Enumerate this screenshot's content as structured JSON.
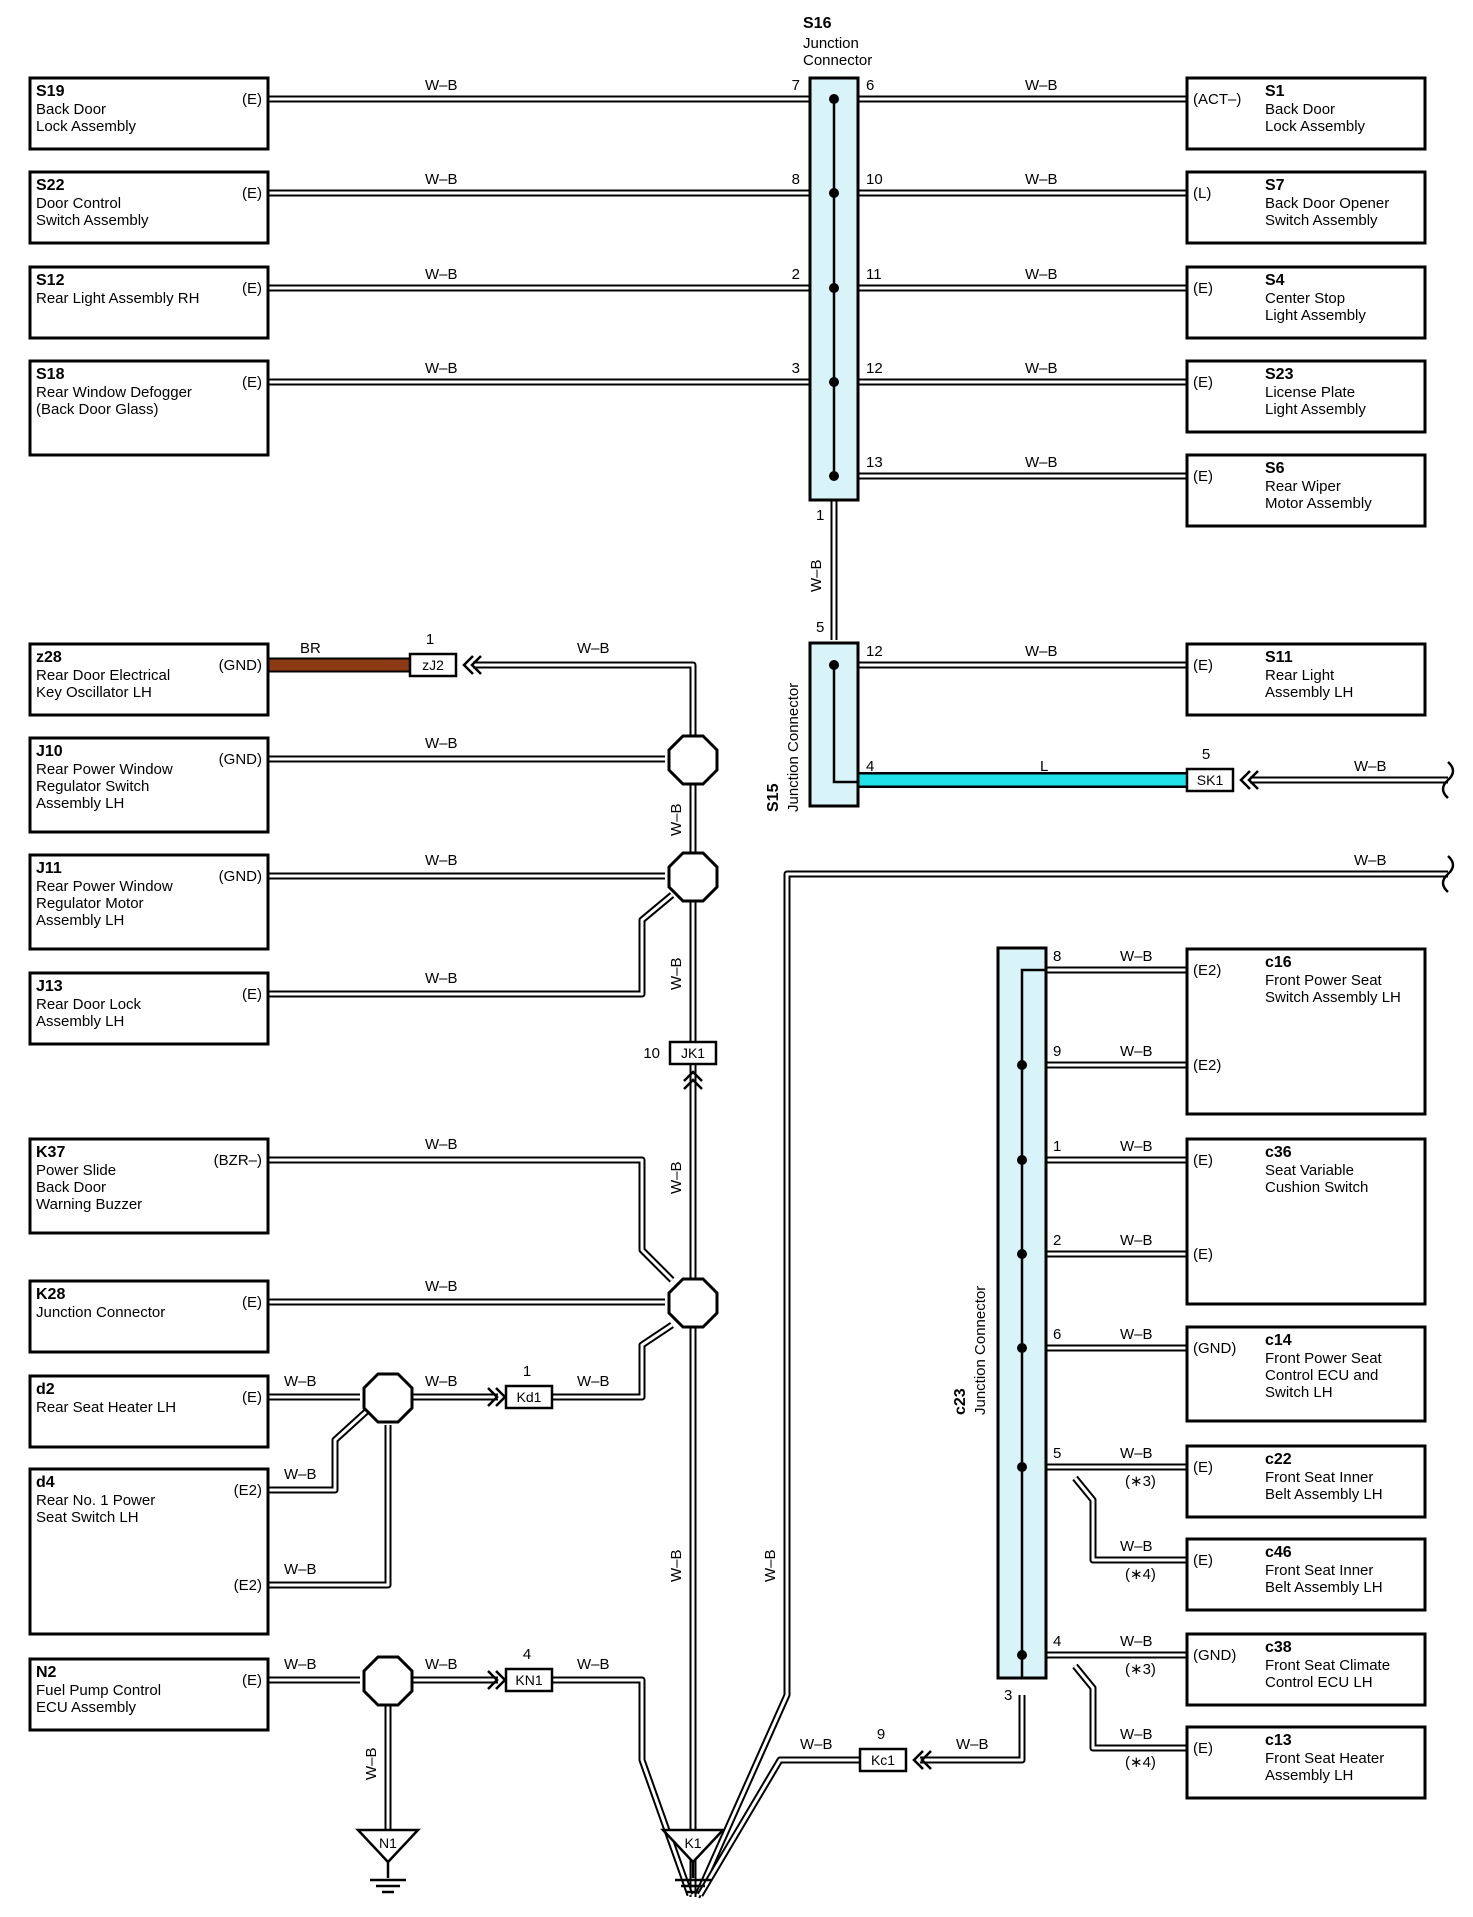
{
  "wire_label": "W–B",
  "components": {
    "s19": {
      "code": "S19",
      "lines": [
        "Back Door",
        "Lock Assembly"
      ],
      "pin": "(E)"
    },
    "s22": {
      "code": "S22",
      "lines": [
        "Door Control",
        "Switch Assembly"
      ],
      "pin": "(E)"
    },
    "s12": {
      "code": "S12",
      "lines": [
        "Rear Light Assembly RH"
      ],
      "pin": "(E)"
    },
    "s18": {
      "code": "S18",
      "lines": [
        "Rear Window Defogger",
        "(Back Door Glass)"
      ],
      "pin": "(E)"
    },
    "s1": {
      "code": "S1",
      "lines": [
        "Back Door",
        "Lock Assembly"
      ],
      "pin": "(ACT–)"
    },
    "s7": {
      "code": "S7",
      "lines": [
        "Back Door Opener",
        "Switch Assembly"
      ],
      "pin": "(L)"
    },
    "s4": {
      "code": "S4",
      "lines": [
        "Center Stop",
        "Light Assembly"
      ],
      "pin": "(E)"
    },
    "s23": {
      "code": "S23",
      "lines": [
        "License Plate",
        "Light Assembly"
      ],
      "pin": "(E)"
    },
    "s6": {
      "code": "S6",
      "lines": [
        "Rear Wiper",
        "Motor Assembly"
      ],
      "pin": "(E)"
    },
    "s11": {
      "code": "S11",
      "lines": [
        "Rear Light",
        "Assembly LH"
      ],
      "pin": "(E)"
    },
    "z28": {
      "code": "z28",
      "lines": [
        "Rear Door Electrical",
        "Key Oscillator LH"
      ],
      "pin": "(GND)"
    },
    "j10": {
      "code": "J10",
      "lines": [
        "Rear Power Window",
        "Regulator Switch",
        "Assembly LH"
      ],
      "pin": "(GND)"
    },
    "j11": {
      "code": "J11",
      "lines": [
        "Rear Power Window",
        "Regulator Motor",
        "Assembly LH"
      ],
      "pin": "(GND)"
    },
    "j13": {
      "code": "J13",
      "lines": [
        "Rear Door Lock",
        "Assembly LH"
      ],
      "pin": "(E)"
    },
    "k37": {
      "code": "K37",
      "lines": [
        "Power Slide",
        "Back Door",
        "Warning Buzzer"
      ],
      "pin": "(BZR–)"
    },
    "k28": {
      "code": "K28",
      "lines": [
        "Junction Connector"
      ],
      "pin": "(E)"
    },
    "d2": {
      "code": "d2",
      "lines": [
        "Rear Seat Heater LH"
      ],
      "pin": "(E)"
    },
    "d4": {
      "code": "d4",
      "lines": [
        "Rear No. 1 Power",
        "Seat Switch LH"
      ],
      "pin": "(E2)",
      "pin2": "(E2)"
    },
    "n2": {
      "code": "N2",
      "lines": [
        "Fuel Pump Control",
        "ECU Assembly"
      ],
      "pin": "(E)"
    },
    "c16": {
      "code": "c16",
      "lines": [
        "Front Power Seat",
        "Switch Assembly LH"
      ],
      "pin": "(E2)",
      "pin2": "(E2)"
    },
    "c36": {
      "code": "c36",
      "lines": [
        "Seat Variable",
        "Cushion Switch"
      ],
      "pin": "(E)",
      "pin2": "(E)"
    },
    "c14": {
      "code": "c14",
      "lines": [
        "Front Power Seat",
        "Control ECU and",
        "Switch LH"
      ],
      "pin": "(GND)"
    },
    "c22": {
      "code": "c22",
      "lines": [
        "Front Seat Inner",
        "Belt Assembly LH"
      ],
      "pin": "(E)"
    },
    "c46": {
      "code": "c46",
      "lines": [
        "Front Seat Inner",
        "Belt Assembly LH"
      ],
      "pin": "(E)"
    },
    "c38": {
      "code": "c38",
      "lines": [
        "Front Seat Climate",
        "Control ECU LH"
      ],
      "pin": "(GND)"
    },
    "c13": {
      "code": "c13",
      "lines": [
        "Front Seat Heater",
        "Assembly LH"
      ],
      "pin": "(E)"
    }
  },
  "junctions": {
    "s16": {
      "code": "S16",
      "lines": [
        "Junction",
        "Connector"
      ]
    },
    "s15": {
      "code": "S15",
      "name": "Junction Connector"
    },
    "c23": {
      "code": "c23",
      "name": "Junction Connector"
    }
  },
  "connectors": {
    "zj2": {
      "label": "zJ2",
      "pin": "1"
    },
    "sk1": {
      "label": "SK1",
      "pin": "5"
    },
    "jk1": {
      "label": "JK1",
      "pin": "10"
    },
    "kd1": {
      "label": "Kd1",
      "pin": "1"
    },
    "kn1": {
      "label": "KN1",
      "pin": "4"
    },
    "kc1": {
      "label": "Kc1",
      "pin": "9"
    }
  },
  "grounds": {
    "n1": "N1",
    "k1": "K1"
  },
  "pins": {
    "s16_7": "7",
    "s16_8": "8",
    "s16_2": "2",
    "s16_3": "3",
    "s16_1": "1",
    "s16_6": "6",
    "s16_10": "10",
    "s16_11": "11",
    "s16_12": "12",
    "s16_13": "13",
    "s15_5": "5",
    "s15_12": "12",
    "s15_4": "4",
    "c23_8": "8",
    "c23_9": "9",
    "c23_1": "1",
    "c23_2": "2",
    "c23_6": "6",
    "c23_5": "5",
    "c23_4": "4",
    "c23_3": "3"
  },
  "wire_colors": {
    "br": "BR",
    "l": "L"
  },
  "notes": {
    "n3": "(∗3)",
    "n4": "(∗4)"
  },
  "colors": {
    "junction_fill": "#d8f4f8",
    "br_wire": "#8b3a14",
    "l_wire": "#20e0e8"
  }
}
